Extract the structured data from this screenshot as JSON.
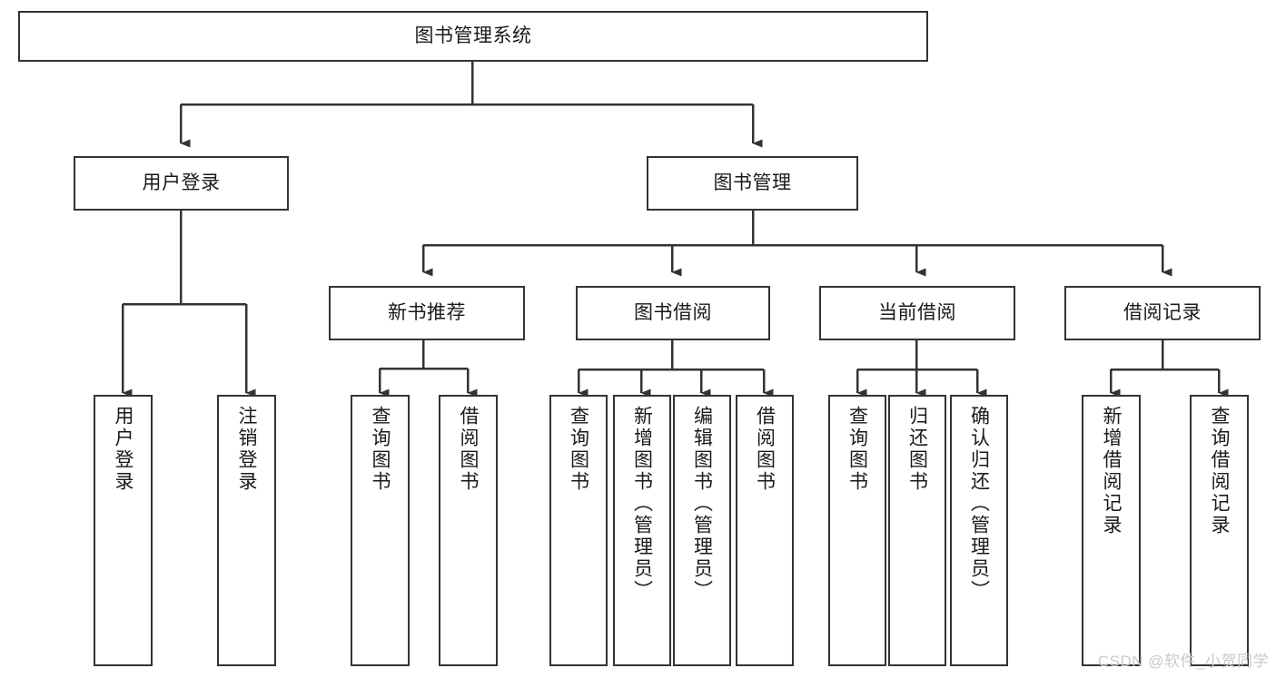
{
  "diagram": {
    "title": "图书管理系统",
    "style": {
      "box_border_color": "#333333",
      "box_fill_color": "#ffffff",
      "connector_color": "#333333",
      "text_color": "#1a1a1a",
      "background": "#ffffff",
      "watermark_color": "#c9c9c9"
    },
    "root": {
      "label": "图书管理系统"
    },
    "level1": [
      {
        "label": "用户登录"
      },
      {
        "label": "图书管理"
      }
    ],
    "level2": [
      {
        "label": "新书推荐"
      },
      {
        "label": "图书借阅"
      },
      {
        "label": "当前借阅"
      },
      {
        "label": "借阅记录"
      }
    ],
    "leaves": {
      "user_login": [
        {
          "label": "用户登录"
        },
        {
          "label": "注销登录"
        }
      ],
      "new_book_recommend": [
        {
          "label": "查询图书"
        },
        {
          "label": "借阅图书"
        }
      ],
      "book_borrow": [
        {
          "label": "查询图书"
        },
        {
          "label": "新增图书（管理员）"
        },
        {
          "label": "编辑图书（管理员）"
        },
        {
          "label": "借阅图书"
        }
      ],
      "current_borrow": [
        {
          "label": "查询图书"
        },
        {
          "label": "归还图书"
        },
        {
          "label": "确认归还（管理员）"
        }
      ],
      "borrow_record": [
        {
          "label": "新增借阅记录"
        },
        {
          "label": "查询借阅记录"
        }
      ]
    }
  },
  "watermark": {
    "text": "CSDN @软件_小贺同学"
  }
}
